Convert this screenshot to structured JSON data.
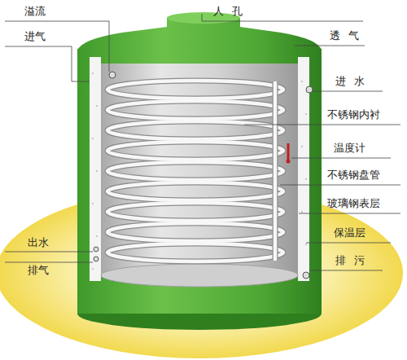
{
  "diagram": {
    "labels": [
      "溢流",
      "进气",
      "人孔",
      "透气",
      "进水",
      "不锈钢内衬",
      "温度计",
      "不锈钢盘管",
      "玻璃钢表层",
      "保温层",
      "出水",
      "排气",
      "排污"
    ]
  }
}
